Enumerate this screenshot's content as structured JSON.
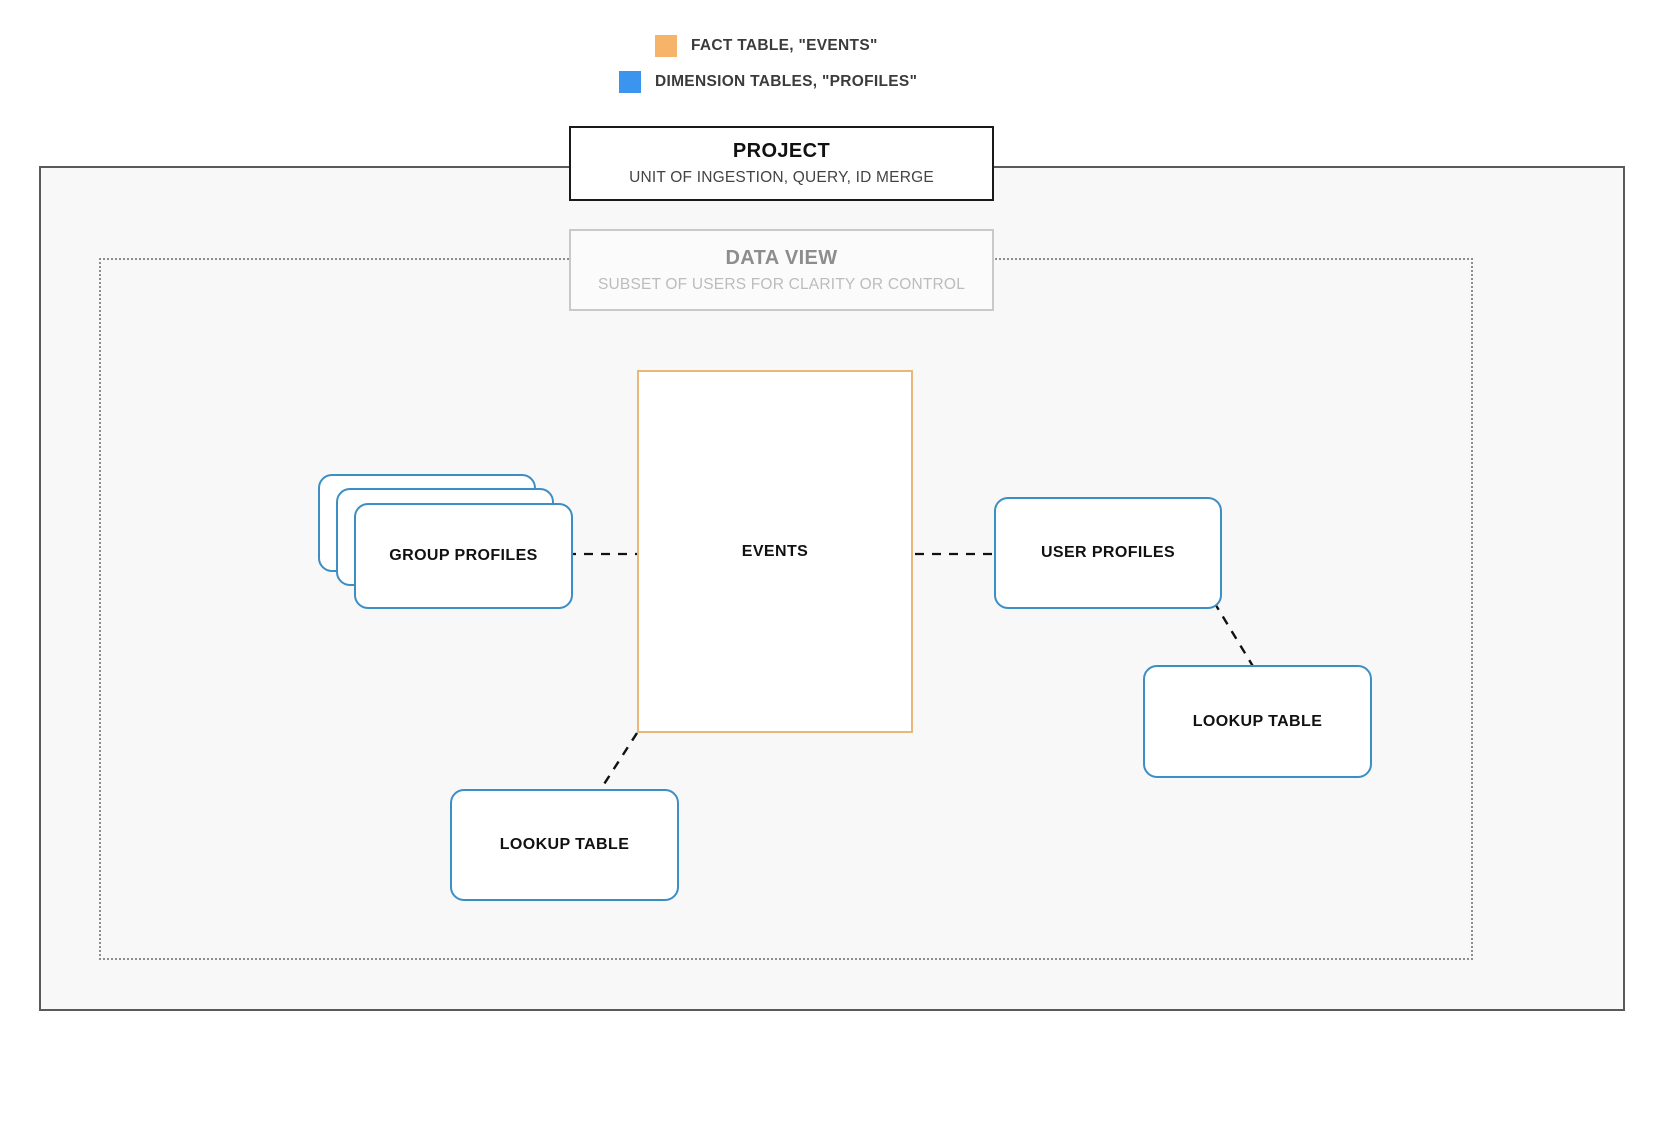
{
  "legend": {
    "items": [
      {
        "swatch_color": "#f5b46a",
        "label": "FACT TABLE, \"EVENTS\"",
        "icon": "square-swatch-icon"
      },
      {
        "swatch_color": "#3b95ef",
        "label": "DIMENSION TABLES, \"PROFILES\"",
        "icon": "square-swatch-icon"
      }
    ]
  },
  "project": {
    "title": "PROJECT",
    "subtitle": "UNIT OF INGESTION, QUERY, ID MERGE",
    "border_color": "#1a1a1a",
    "container_fill": "#f8f8f8"
  },
  "data_view": {
    "title": "DATA VIEW",
    "subtitle": "SUBSET OF USERS FOR CLARITY OR CONTROL",
    "border_color": "#c9c9c9",
    "container_border_color": "#8d8d8d"
  },
  "nodes": {
    "events": {
      "label": "EVENTS",
      "border_color": "#e8b878",
      "kind": "fact-table"
    },
    "group_profiles": {
      "label": "GROUP PROFILES",
      "border_color": "#3d8ec4",
      "kind": "dimension-table-stack",
      "stack_count": 3
    },
    "user_profiles": {
      "label": "USER PROFILES",
      "border_color": "#3d8ec4",
      "kind": "dimension-table"
    },
    "lookup_table_right": {
      "label": "LOOKUP TABLE",
      "border_color": "#3d8ec4",
      "kind": "lookup-table"
    },
    "lookup_table_left": {
      "label": "LOOKUP TABLE",
      "border_color": "#3d8ec4",
      "kind": "lookup-table"
    }
  },
  "connectors": [
    {
      "name": "group-profiles-to-events",
      "style": "dashed",
      "color": "#111111"
    },
    {
      "name": "events-to-user-profiles",
      "style": "dashed",
      "color": "#111111"
    },
    {
      "name": "user-profiles-to-lookup-right",
      "style": "dashed",
      "color": "#111111"
    },
    {
      "name": "events-to-lookup-left",
      "style": "dashed",
      "color": "#111111"
    }
  ]
}
